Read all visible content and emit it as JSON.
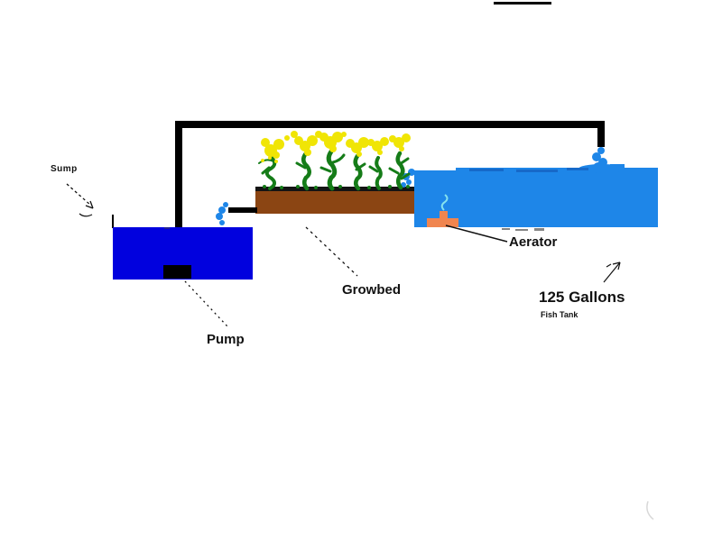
{
  "labels": {
    "sump": "Sump",
    "pump": "Pump",
    "growbed": "Growbed",
    "aerator": "Aerator",
    "tank_capacity": "125 Gallons",
    "tank_type": "Fish Tank"
  },
  "colors": {
    "background": "#FFFFFF",
    "pipe": "#000000",
    "sump_water": "#0101DE",
    "tank_water": "#1E86E8",
    "tank_water_dark": "#1565C4",
    "growbed_soil": "#8B4513",
    "growbed_edge": "#141414",
    "aerator_body": "#F0854F",
    "flower_petal": "#F0E505",
    "flower_stem": "#157C18",
    "bubble": "#86E2EE",
    "leader_line": "#111111",
    "smudge": "#444444",
    "stray": "#D8D8D8"
  }
}
